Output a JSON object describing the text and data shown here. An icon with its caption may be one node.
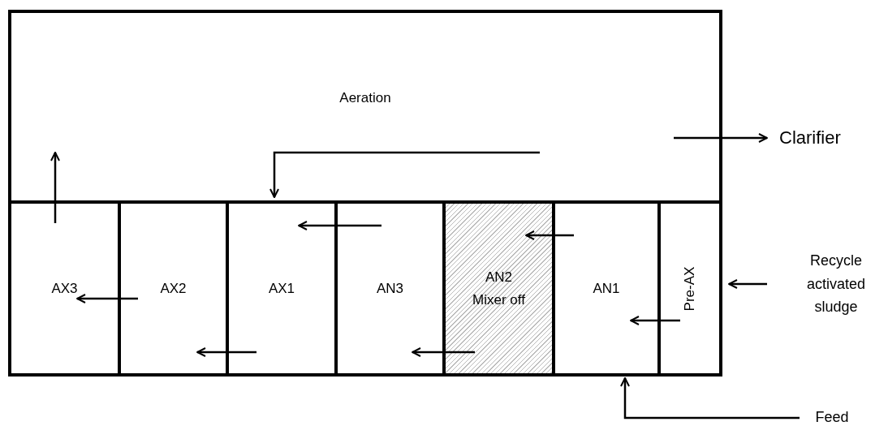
{
  "diagram": {
    "nodes": [
      {
        "text": [
          "Aeration"
        ]
      },
      {
        "text": [
          "Clarifier"
        ]
      },
      {
        "text": [
          "AX3"
        ]
      },
      {
        "text": [
          "AX2"
        ]
      },
      {
        "text": [
          "AX1"
        ]
      },
      {
        "text": [
          "AN3"
        ]
      },
      {
        "text": [
          "AN2 Mixer off"
        ]
      },
      {
        "text": [
          "AN1"
        ]
      },
      {
        "text": [
          "Pre-AX"
        ]
      },
      {
        "text": [
          "Recycle activated sludge"
        ]
      },
      {
        "text": [
          "Feed"
        ]
      }
    ],
    "edges": [
      {
        "from": 0,
        "to": 1,
        "arrow": "to"
      },
      {
        "from": 0,
        "to": 4,
        "arrow": "to"
      },
      {
        "from": 5,
        "to": 4,
        "arrow": "to"
      },
      {
        "from": 7,
        "to": 6,
        "arrow": "to"
      },
      {
        "from": 8,
        "to": 7,
        "arrow": "to"
      },
      {
        "from": 9,
        "to": 8,
        "arrow": "to"
      },
      {
        "from": 10,
        "to": 7,
        "arrow": "to"
      },
      {
        "from": 6,
        "to": 5,
        "arrow": "to"
      },
      {
        "from": 4,
        "to": 3,
        "arrow": "to"
      },
      {
        "from": 3,
        "to": 2,
        "arrow": "to"
      },
      {
        "from": 2,
        "to": 0,
        "arrow": "to"
      }
    ]
  }
}
